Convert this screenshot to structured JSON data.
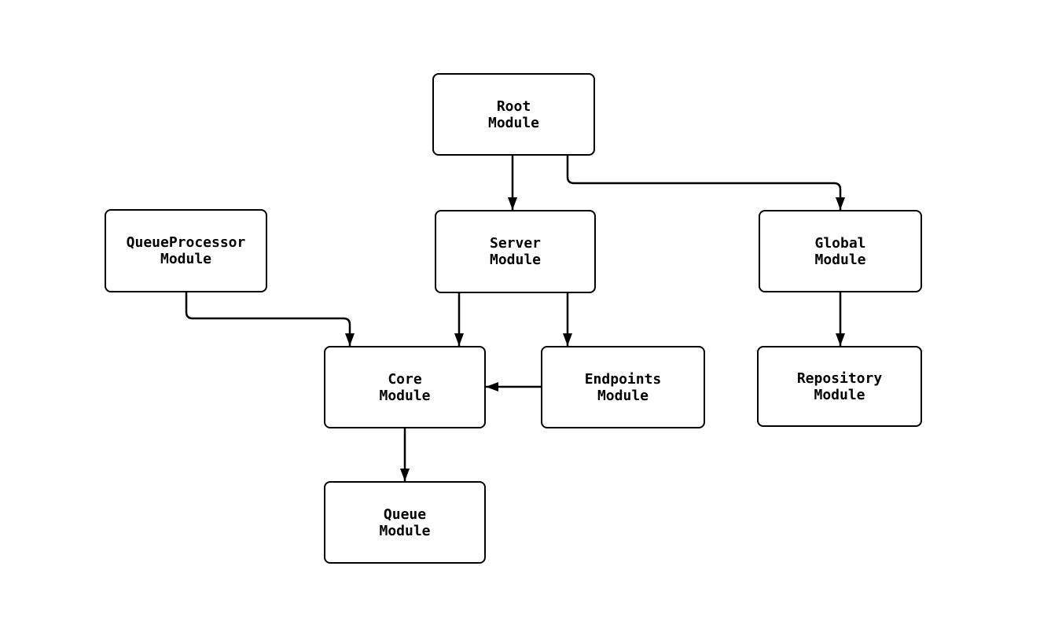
{
  "diagram": {
    "type": "flowchart",
    "background_color": "#ffffff",
    "stroke_color": "#000000",
    "node_fill_color": "#ffffff",
    "nodes": {
      "root": {
        "label": "Root\nModule"
      },
      "queueprocessor": {
        "label": "QueueProcessor\nModule"
      },
      "server": {
        "label": "Server\nModule"
      },
      "global": {
        "label": "Global\nModule"
      },
      "core": {
        "label": "Core\nModule"
      },
      "endpoints": {
        "label": "Endpoints\nModule"
      },
      "repository": {
        "label": "Repository\nModule"
      },
      "queue": {
        "label": "Queue\nModule"
      }
    },
    "edges": [
      {
        "from": "Root Module",
        "to": "Server Module"
      },
      {
        "from": "Root Module",
        "to": "Global Module"
      },
      {
        "from": "QueueProcessor Module",
        "to": "Core Module"
      },
      {
        "from": "Server Module",
        "to": "Core Module"
      },
      {
        "from": "Server Module",
        "to": "Endpoints Module"
      },
      {
        "from": "Endpoints Module",
        "to": "Core Module"
      },
      {
        "from": "Global Module",
        "to": "Repository Module"
      },
      {
        "from": "Core Module",
        "to": "Queue Module"
      }
    ]
  }
}
